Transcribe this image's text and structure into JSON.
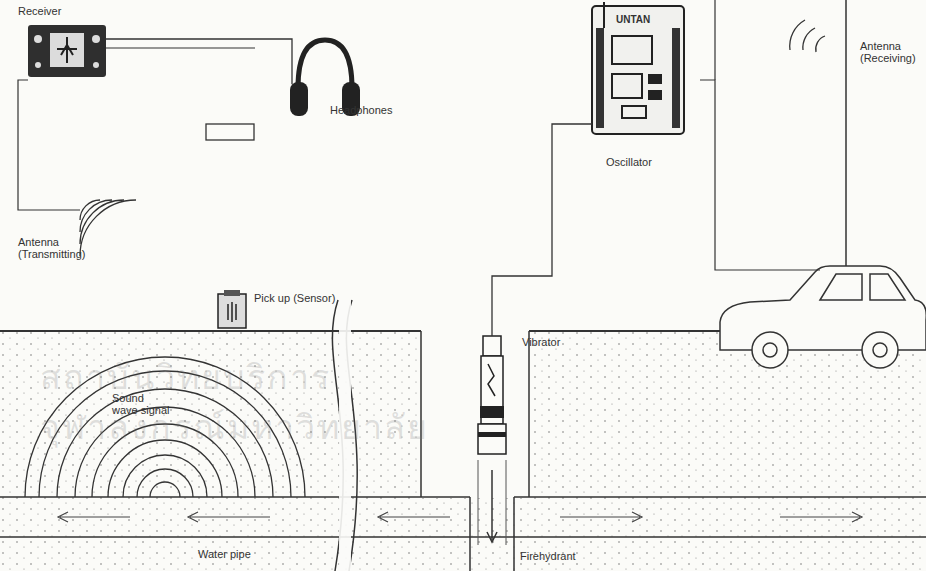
{
  "diagram": {
    "nodes": [
      {
        "text": [
          "Receiver"
        ]
      },
      {
        "text": [
          "Headphones"
        ]
      },
      {
        "text": [
          "Pick up (Sensor)"
        ]
      },
      {
        "text": [
          "UNTAN",
          "Oscillator"
        ]
      },
      {
        "text": [
          "Vibrator"
        ]
      }
    ],
    "edges": [
      {
        "from": 0,
        "to": 1,
        "arrow": "none"
      },
      {
        "from": 0,
        "to": 2,
        "arrow": "none"
      },
      {
        "from": 3,
        "to": 4,
        "arrow": "none"
      }
    ],
    "labels": [
      "Antenna (Transmitting)",
      "Sound wave signal",
      "Water pipe",
      "Antenna (Receiving)",
      "Firehydrant",
      "สถาบันวิทยบริการ",
      "จุฬาลงกรณ์มหาวิทยาลัย"
    ]
  }
}
